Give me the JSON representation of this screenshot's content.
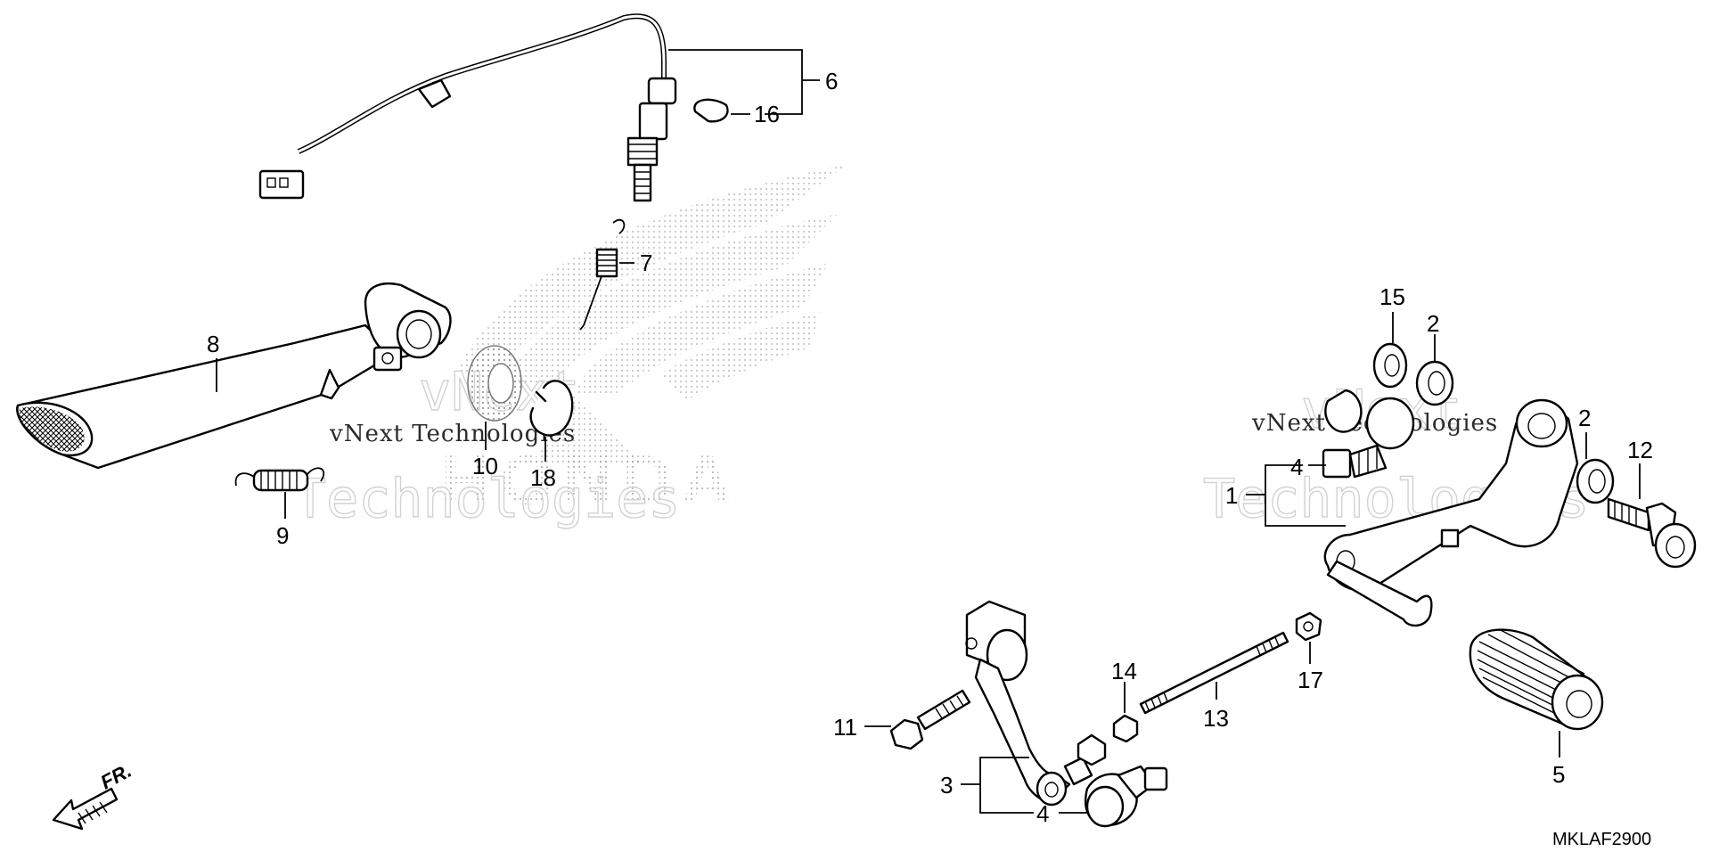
{
  "diagram": {
    "code": "MKLAF2900",
    "front_label": "FR.",
    "watermark": {
      "brand_logo": "HONDA",
      "text_line1": "vNext Technologies",
      "text_line2": "vNext",
      "text_line3": "Technologies"
    },
    "callouts": {
      "c1": "1",
      "c2a": "2",
      "c2b": "2",
      "c3": "3",
      "c4a": "4",
      "c4b": "4",
      "c5": "5",
      "c6": "6",
      "c7": "7",
      "c8": "8",
      "c9": "9",
      "c10": "10",
      "c11": "11",
      "c12": "12",
      "c13": "13",
      "c14": "14",
      "c15": "15",
      "c16": "16",
      "c17": "17",
      "c18": "18"
    }
  }
}
